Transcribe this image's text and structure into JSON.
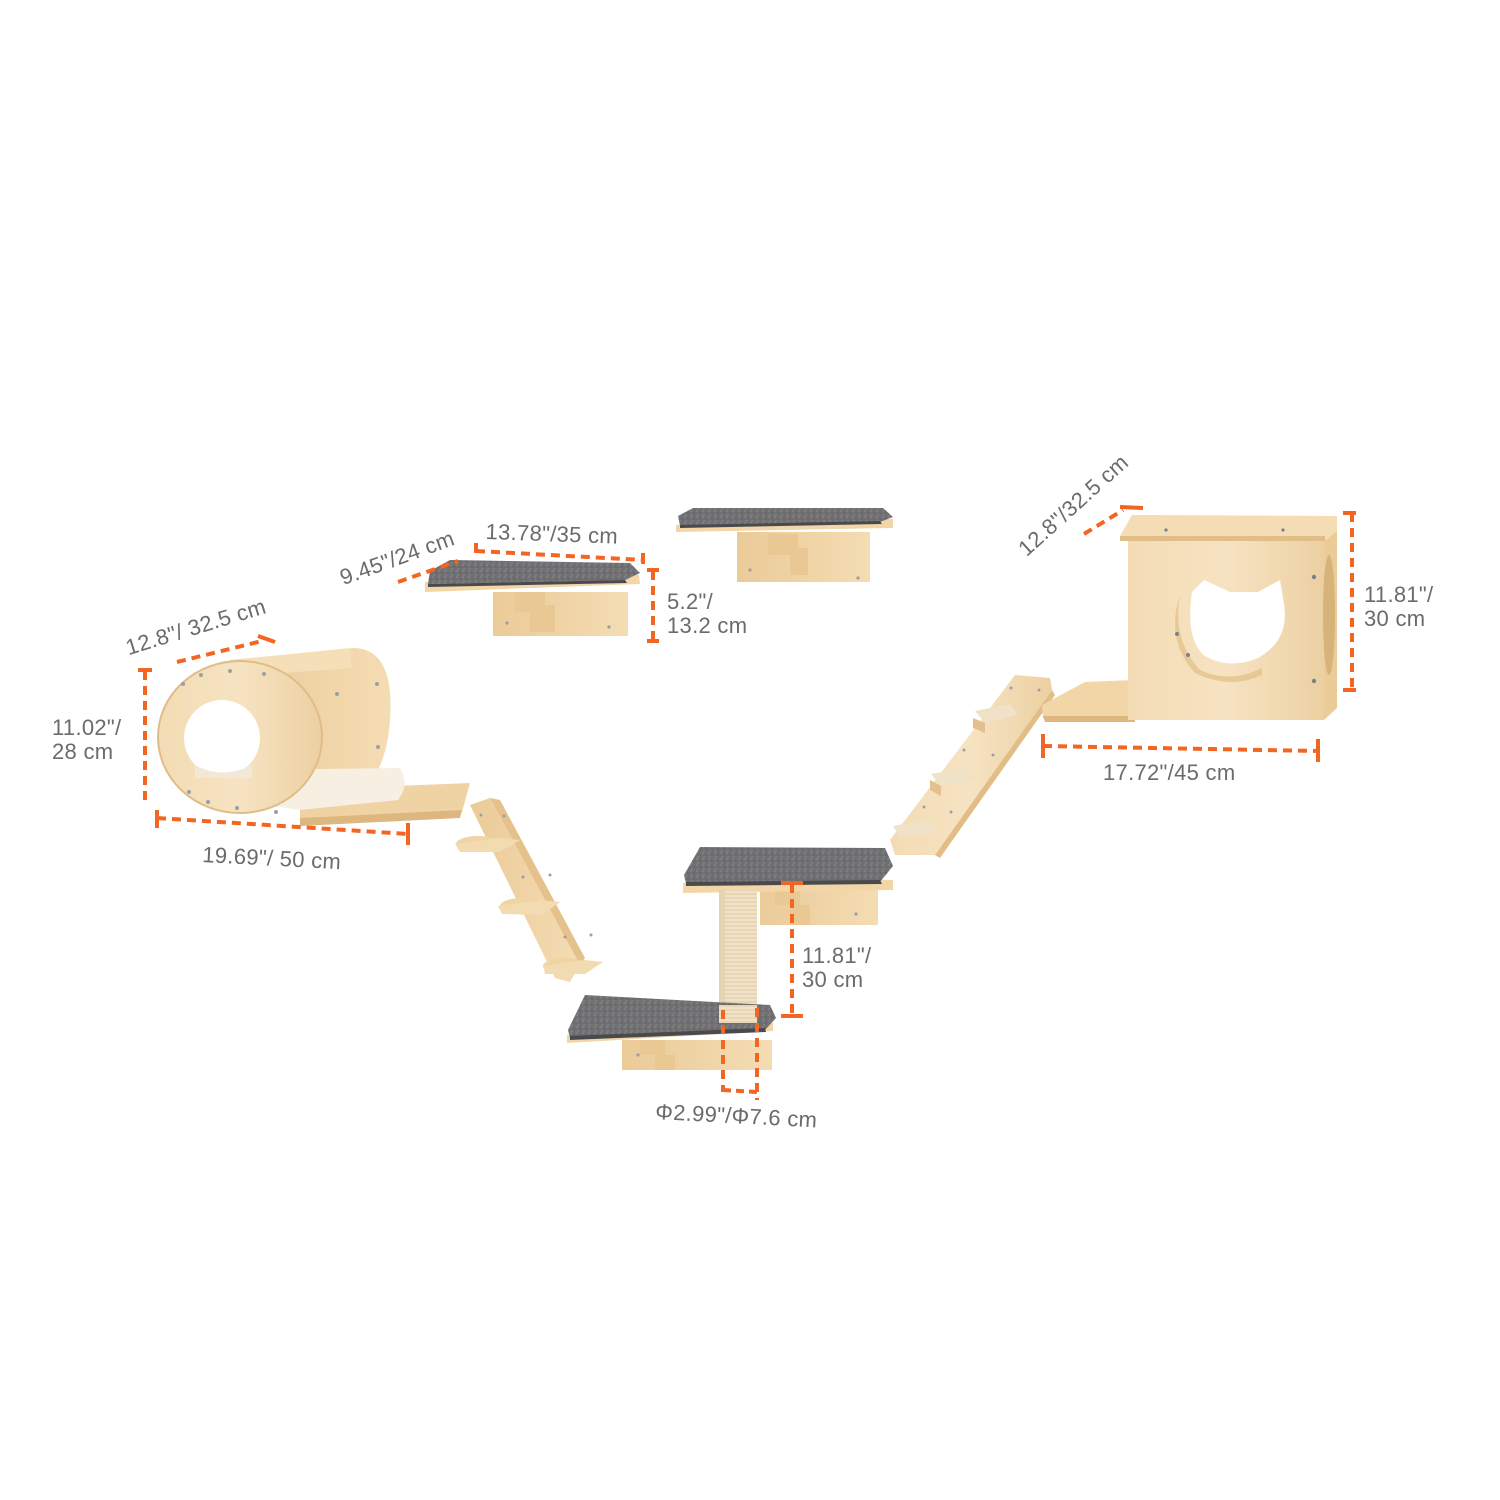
{
  "colors": {
    "dimension_line": "#f26522",
    "label_text": "#6b6b6b",
    "wood": "#f1d9b0",
    "wood_dark": "#e3c08d",
    "carpet": "#6d6d6f",
    "sisal": "#efe3c8",
    "background": "#ffffff"
  },
  "components": [
    {
      "id": "capsule-bed",
      "name": "Round capsule cat bed with platform"
    },
    {
      "id": "small-shelf",
      "name": "Carpeted wall shelf"
    },
    {
      "id": "top-shelf",
      "name": "Carpeted wall shelf (second)"
    },
    {
      "id": "left-ladder",
      "name": "Wall ladder with 3 steps"
    },
    {
      "id": "post-platform",
      "name": "Double carpeted platform with sisal scratching post"
    },
    {
      "id": "right-ladder",
      "name": "Wall ladder with 3 sisal-wrapped steps"
    },
    {
      "id": "cat-house",
      "name": "Cube cat house with cat-head opening and platform"
    }
  ],
  "dimensions": {
    "capsule_depth": "12.8\"/ 32.5 cm",
    "capsule_height": {
      "line1": "11.02\"/",
      "line2": "28 cm"
    },
    "capsule_width": "19.69\"/ 50 cm",
    "shelf_depth": "9.45\"/24 cm",
    "shelf_width": "13.78\"/35 cm",
    "shelf_height": {
      "line1": "5.2\"/",
      "line2": "13.2 cm"
    },
    "house_depth": "12.8\"/32.5 cm",
    "house_height": {
      "line1": "11.81\"/",
      "line2": "30 cm"
    },
    "house_width": "17.72\"/45 cm",
    "post_height": {
      "line1": "11.81\"/",
      "line2": "30 cm"
    },
    "post_diameter": "Φ2.99\"/Φ7.6 cm"
  }
}
